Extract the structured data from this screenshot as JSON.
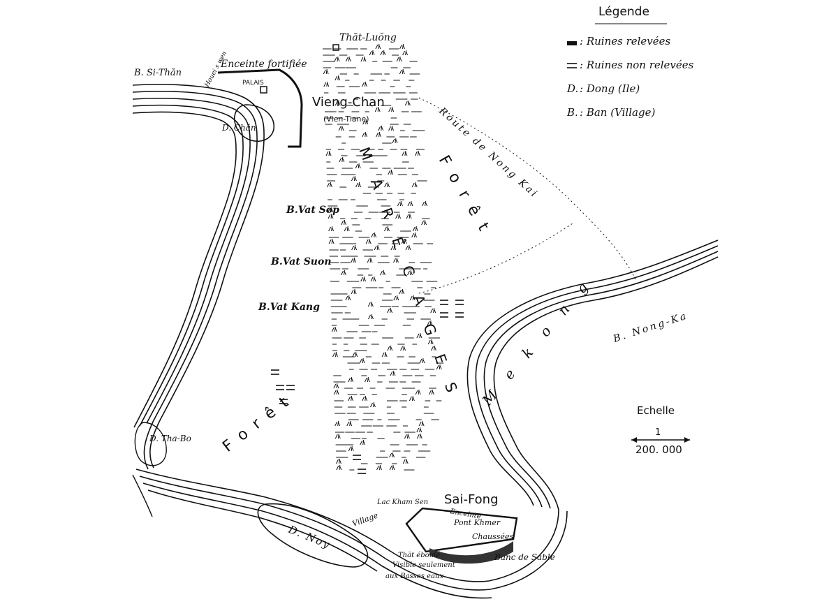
{
  "map": {
    "title": "",
    "labels": {
      "that_luong": "Thăt-Luŏng",
      "enceinte_fortifiee": "Enceinte fortifiée",
      "b_si_than": "B. Si-Thăn",
      "palais": "PALAIS",
      "vieng_chan": "Vieng-Chan",
      "vien_tiane": "(Vien-Tiane)",
      "d_chan": "D. Chăn",
      "houei_s_wen": "Houei s wen",
      "route_nong_kai": "Route de Nong Kai",
      "foret_1": "Forêt",
      "foret_2": "Forêt",
      "marecages": "MARÉCAGES",
      "b_vat_sop": "B.Vat Sop",
      "b_vat_suon": "B.Vat Suon",
      "b_vat_kang": "B.Vat Kang",
      "mekong": "Mekong",
      "b_nong_ka": "B. Nong-Ka",
      "d_tha_bo": "D. Tha-Bo",
      "d_noy": "D. Noy",
      "sai_fong": "Sai-Fong",
      "lac_kham_sen": "Lac Kham Sen",
      "enceinte": "Enceinte",
      "pont_khmer": "Pont Khmer",
      "village": "Village",
      "chaussees": "Chaussées",
      "that_eboule": "Thăt éboulé",
      "visible_seulement": "Visible seulement",
      "aux_basses_eaux": "aux Basses eaux",
      "banc_de_sable": "Banc de Sable"
    }
  },
  "legend": {
    "title": "Légende",
    "items": [
      {
        "symbol": "ruins-surveyed-icon",
        "text": ": Ruines relevées"
      },
      {
        "symbol": "ruins-unsurveyed-icon",
        "text": ": Ruines non relevées"
      },
      {
        "symbol": "D.",
        "text": ": Dong (Ile)"
      },
      {
        "symbol": "B.",
        "text": ": Ban (Village)"
      }
    ]
  },
  "scale": {
    "label": "Echelle",
    "numerator": "1",
    "denominator": "200. 000"
  },
  "colors": {
    "ink": "#111111",
    "paper": "#ffffff"
  }
}
